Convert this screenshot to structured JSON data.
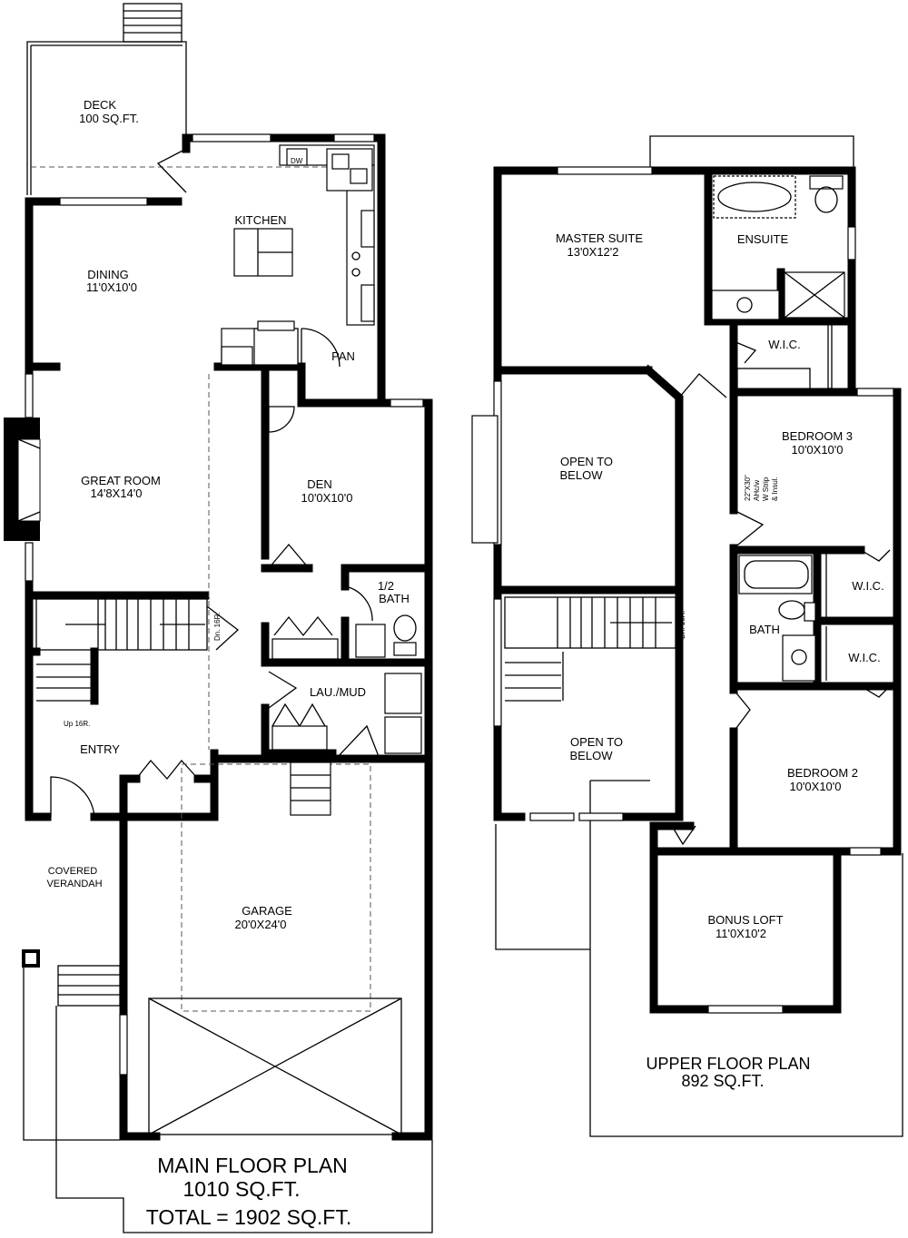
{
  "main_floor": {
    "title": "MAIN FLOOR PLAN",
    "area": "1010 SQ.FT.",
    "total": "TOTAL = 1902 SQ.FT.",
    "rooms": {
      "deck": {
        "name": "DECK",
        "size": "100 SQ.FT."
      },
      "kitchen": {
        "name": "KITCHEN"
      },
      "dining": {
        "name": "DINING",
        "size": "11'0X10'0"
      },
      "pantry": {
        "name": "PAN"
      },
      "great_room": {
        "name": "GREAT ROOM",
        "size": "14'8X14'0"
      },
      "den": {
        "name": "DEN",
        "size": "10'0X10'0"
      },
      "half_bath": {
        "name": "1/2",
        "name2": "BATH"
      },
      "laundry": {
        "name": "LAU./MUD"
      },
      "entry": {
        "name": "ENTRY"
      },
      "verandah": {
        "name": "COVERED",
        "name2": "VERANDAH"
      },
      "garage": {
        "name": "GARAGE",
        "size": "20'0X24'0"
      }
    },
    "notes": {
      "dishwasher": "DW",
      "stairs_down": "Dn. 16R.",
      "stairs_up": "Up 16R."
    }
  },
  "upper_floor": {
    "title": "UPPER FLOOR PLAN",
    "area": "892 SQ.FT.",
    "rooms": {
      "master": {
        "name": "MASTER SUITE",
        "size": "13'0X12'2"
      },
      "ensuite": {
        "name": "ENSUITE"
      },
      "wic_master": {
        "name": "W.I.C."
      },
      "open_top": {
        "name": "OPEN TO",
        "name2": "BELOW"
      },
      "open_bottom": {
        "name": "OPEN TO",
        "name2": "BELOW"
      },
      "bedroom3": {
        "name": "BEDROOM 3",
        "size": "10'0X10'0"
      },
      "bath": {
        "name": "BATH"
      },
      "wic_a": {
        "name": "W.I.C."
      },
      "wic_b": {
        "name": "W.I.C."
      },
      "bedroom2": {
        "name": "BEDROOM 2",
        "size": "10'0X10'0"
      },
      "bonus": {
        "name": "BONUS LOFT",
        "size": "11'0X10'2"
      }
    },
    "notes": {
      "stairs_down": "Dn. 16R.",
      "attic_1": "22\"X30\"",
      "attic_2": "AHc/w",
      "attic_3": "W Strip",
      "attic_4": "& Insul."
    }
  }
}
